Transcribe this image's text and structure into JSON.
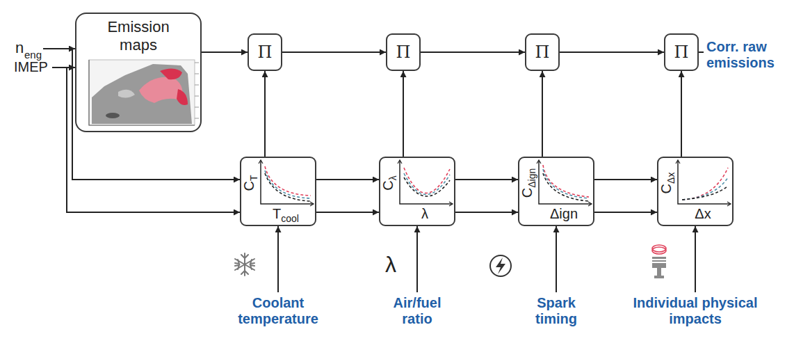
{
  "diagram": {
    "nodes": [
      {
        "text": [
          "Emission maps"
        ]
      },
      {
        "text": [
          "Π"
        ]
      },
      {
        "text": [
          "Π"
        ]
      },
      {
        "text": [
          "Π"
        ]
      },
      {
        "text": [
          "Π"
        ]
      },
      {
        "text": [
          "C",
          "T",
          "T",
          "cool"
        ]
      },
      {
        "text": [
          "C",
          "λ",
          "λ"
        ]
      },
      {
        "text": [
          "C",
          "Δign",
          "Δign"
        ]
      },
      {
        "text": [
          "C",
          "Δx",
          "Δx"
        ]
      }
    ],
    "edges": [
      {
        "from": 0,
        "to": 1,
        "arrow": "to"
      },
      {
        "from": 1,
        "to": 2,
        "arrow": "to"
      },
      {
        "from": 2,
        "to": 3,
        "arrow": "to"
      },
      {
        "from": 3,
        "to": 4,
        "arrow": "to"
      },
      {
        "from": 5,
        "to": 1,
        "arrow": "to"
      },
      {
        "from": 6,
        "to": 2,
        "arrow": "to"
      },
      {
        "from": 7,
        "to": 3,
        "arrow": "to"
      },
      {
        "from": 8,
        "to": 4,
        "arrow": "to"
      },
      {
        "from": 5,
        "to": 6,
        "arrow": "to"
      },
      {
        "from": 5,
        "to": 6,
        "arrow": "to"
      },
      {
        "from": 6,
        "to": 7,
        "arrow": "to"
      },
      {
        "from": 6,
        "to": 7,
        "arrow": "to"
      },
      {
        "from": 7,
        "to": 8,
        "arrow": "to"
      },
      {
        "from": 7,
        "to": 8,
        "arrow": "to"
      }
    ],
    "labels": [
      "n",
      "eng",
      "IMEP",
      "Corr. raw emissions",
      "λ",
      "Coolant temperature",
      "Air/fuel ratio",
      "Spark timing",
      "Individual physical impacts"
    ]
  }
}
